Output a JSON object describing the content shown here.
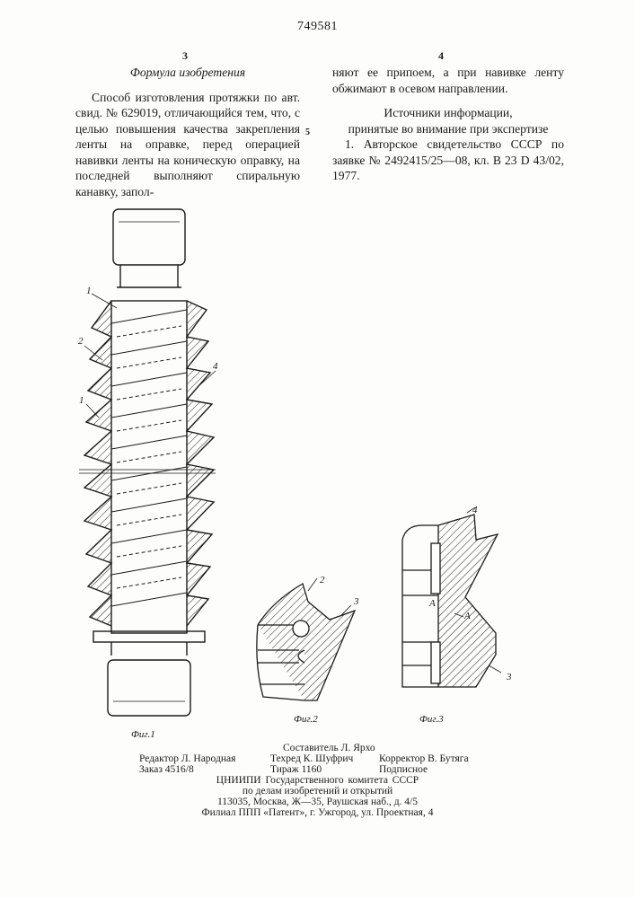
{
  "document": {
    "number": "749581",
    "left_column_number": "3",
    "right_column_number": "4",
    "line_marker": "5"
  },
  "left_column": {
    "heading": "Формула изобретения",
    "paragraph": "Способ изготовления протяжки по авт. свид. № 629019, отличающийся тем, что, с целью повышения качества закрепления ленты на оправке, перед операцией навивки ленты на коническую оправку, на последней выполняют спиральную канавку, запол-"
  },
  "right_column": {
    "continuation": "няют ее припоем, а при навивке ленту обжимают в осевом направлении.",
    "sources_heading": "Источники информации,",
    "sources_subheading": "принятые во внимание при экспертизе",
    "source_1": "1. Авторское свидетельство СССР по заявке № 2492415/25—08, кл. В 23 D 43/02, 1977."
  },
  "figures": {
    "fig1": {
      "caption": "Фиг.1",
      "refs": [
        "1",
        "2",
        "1",
        "4"
      ]
    },
    "fig2": {
      "caption": "Фиг.2",
      "refs": [
        "2",
        "3"
      ]
    },
    "fig3": {
      "caption": "Фиг.3",
      "refs": [
        "4",
        "A",
        "A",
        "3"
      ]
    }
  },
  "footer": {
    "compiler": "Составитель Л. Ярхо",
    "editor": "Редактор Л. Народная",
    "tech_editor": "Техред К. Шуфрич",
    "corrector": "Корректор В. Бутяга",
    "order": "Заказ 4516/8",
    "circulation": "Тираж 1160",
    "subscription": "Подписное",
    "org_line1": "ЦНИИПИ Государственного комитета СССР",
    "org_line2": "по делам изобретений и открытий",
    "org_address": "113035, Москва, Ж—35, Раушская наб., д. 4/5",
    "branch": "Филиал ППП «Патент», г. Ужгород, ул. Проектная, 4"
  }
}
